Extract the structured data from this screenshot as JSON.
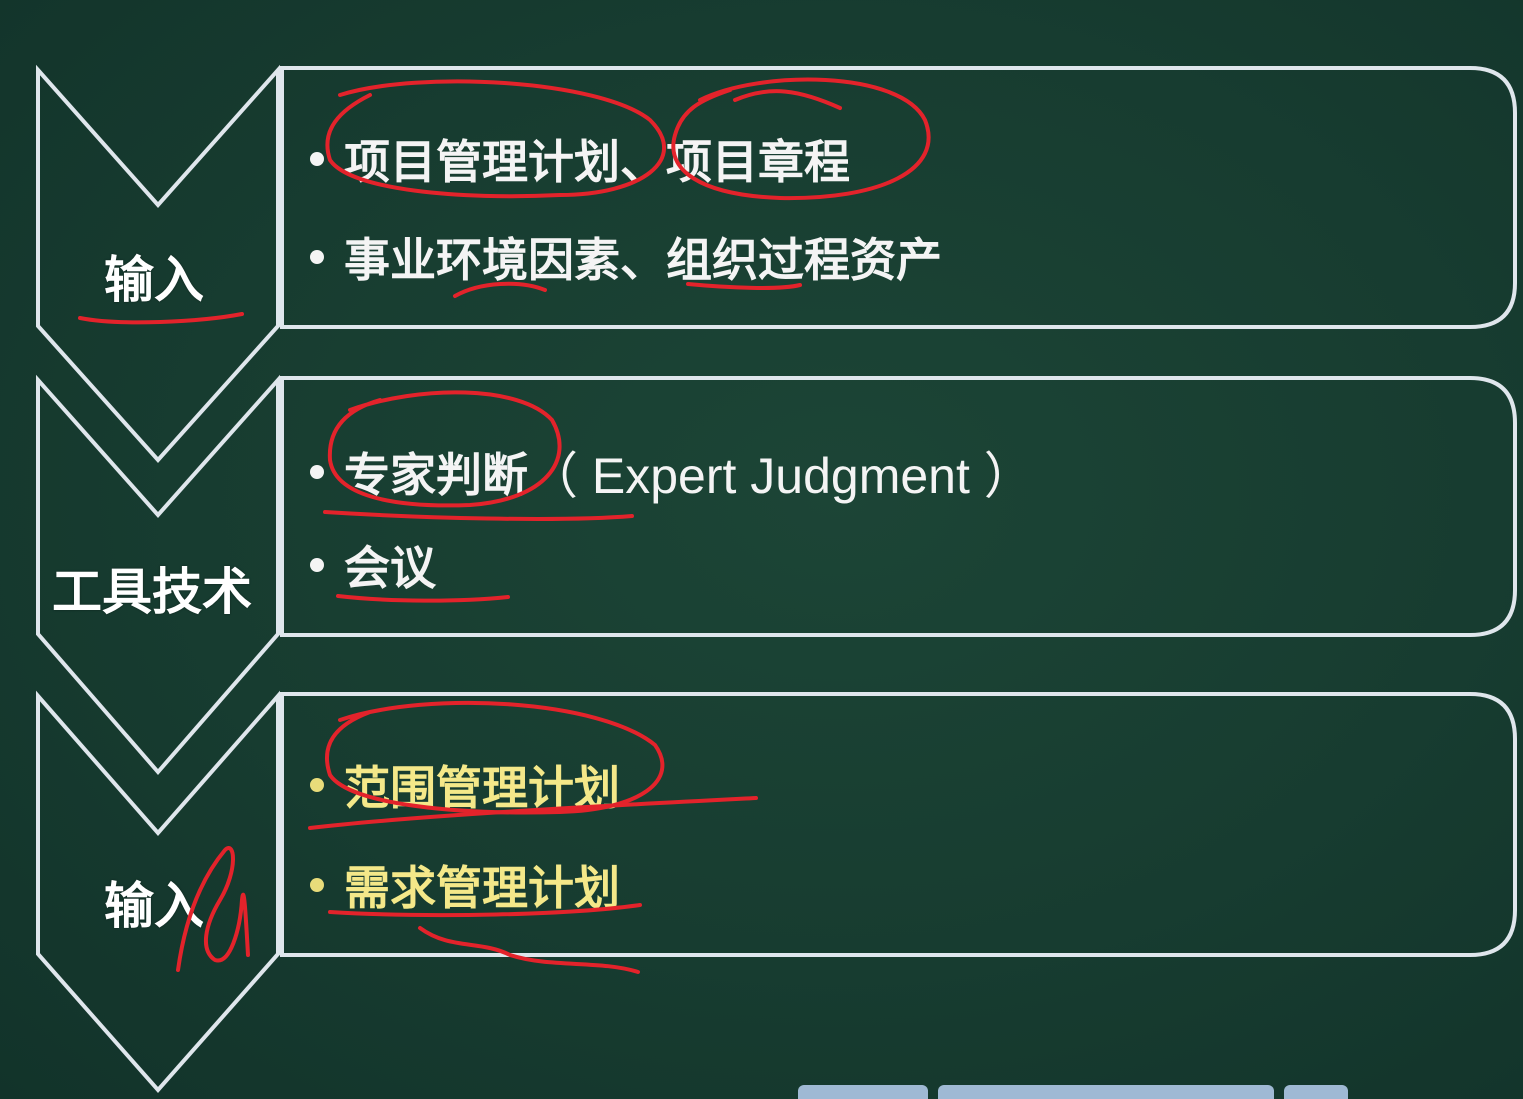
{
  "sections": [
    {
      "label": "输入",
      "items": [
        {
          "text": "项目管理计划、项目章程",
          "en": ""
        },
        {
          "text": "事业环境因素、组织过程资产",
          "en": ""
        }
      ]
    },
    {
      "label": "工具技术",
      "items": [
        {
          "text": "专家判断",
          "en": "（ Expert Judgment ）"
        },
        {
          "text": "会议",
          "en": ""
        }
      ]
    },
    {
      "label": "输入",
      "items": [
        {
          "text": "范围管理计划",
          "en": ""
        },
        {
          "text": "需求管理计划",
          "en": ""
        }
      ]
    }
  ],
  "colors": {
    "background": "#183d31",
    "outline": "#dfe6ec",
    "text": "#f4f4f4",
    "output_text": "#f4e889",
    "annotation": "#e3232b"
  },
  "annotation_note": "手写红色标记"
}
